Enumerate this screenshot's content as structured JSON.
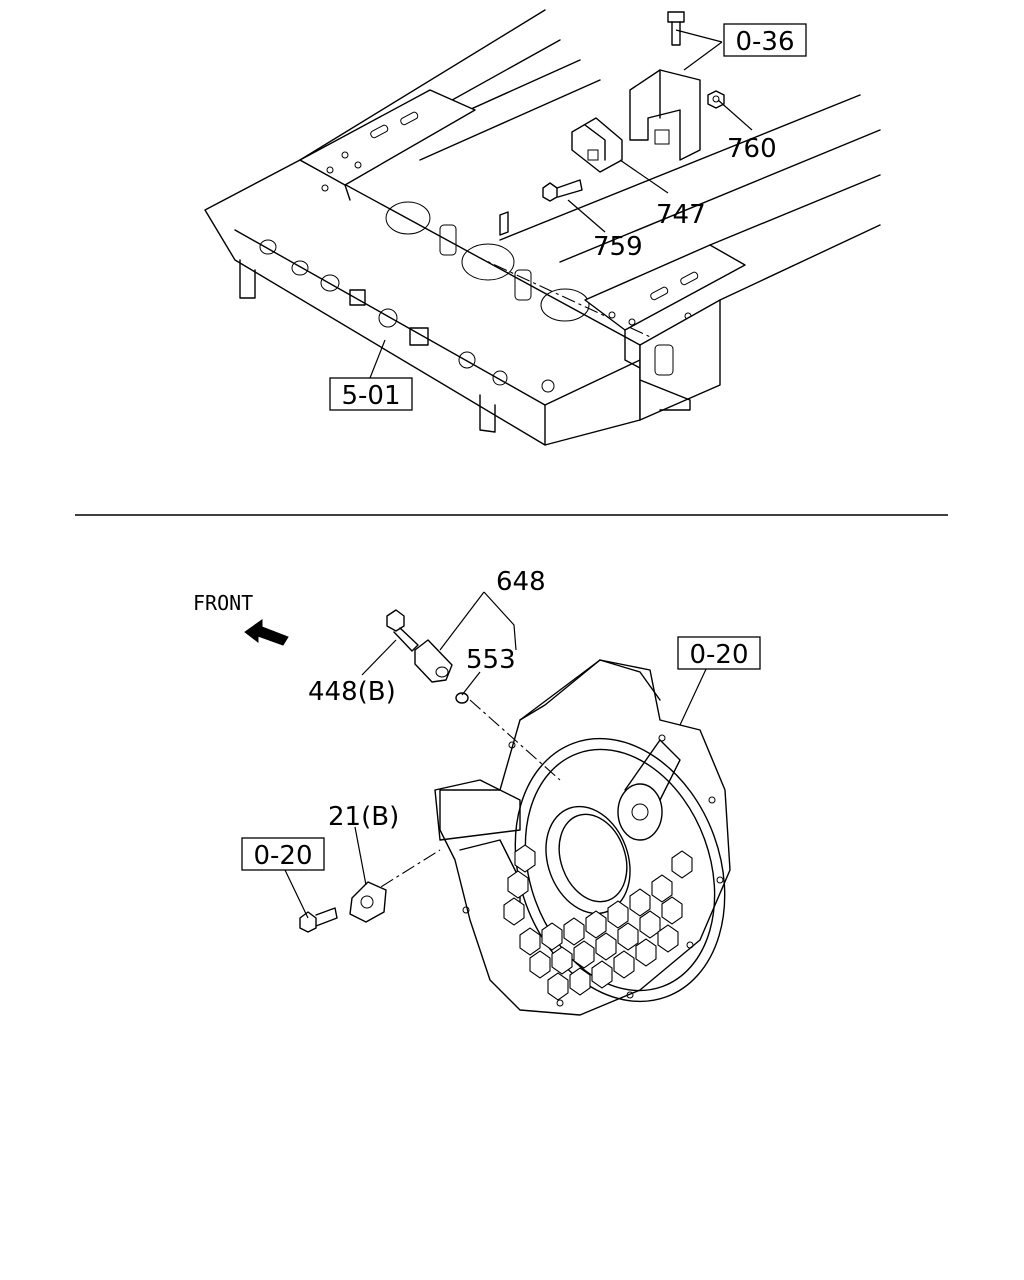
{
  "top_view": {
    "callouts": {
      "ref_0_36": "0-36",
      "part_760": "760",
      "part_747": "747",
      "part_759": "759",
      "ref_5_01": "5-01"
    }
  },
  "bottom_view": {
    "front_label": "FRONT",
    "callouts": {
      "part_648": "648",
      "part_553": "553",
      "part_448b": "448(B)",
      "ref_0_20_top": "0-20",
      "part_21b": "21(B)",
      "ref_0_20_left": "0-20"
    }
  },
  "icons": [
    "front-arrow-icon"
  ],
  "colors": {
    "line": "#000000",
    "background": "#ffffff"
  }
}
